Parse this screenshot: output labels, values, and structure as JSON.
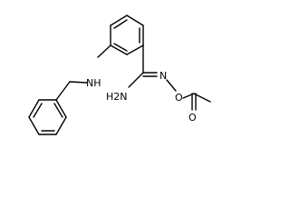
{
  "molecule": {
    "labels": {
      "nh": "NH",
      "amine": "H2N",
      "imine_n": "N",
      "oxygen_link": "O",
      "carbonyl_o": "O"
    },
    "line_color": "#000000",
    "background": "#ffffff"
  }
}
